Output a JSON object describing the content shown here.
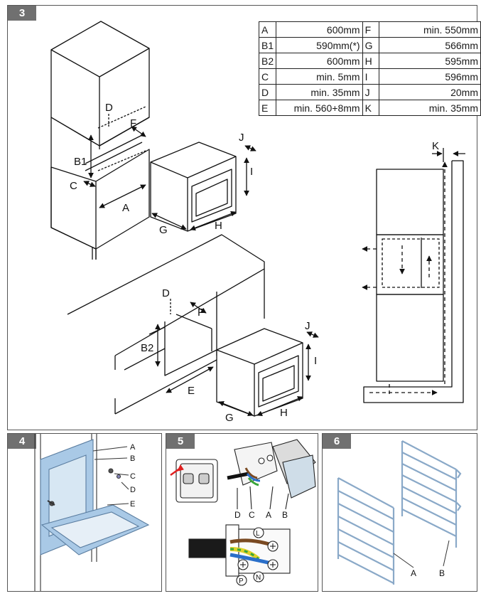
{
  "panels": {
    "p3": {
      "number": "3"
    },
    "p4": {
      "number": "4"
    },
    "p5": {
      "number": "5"
    },
    "p6": {
      "number": "6"
    }
  },
  "dimensions": {
    "rows": [
      {
        "k1": "A",
        "v1": "600mm",
        "k2": "F",
        "v2": "min. 550mm"
      },
      {
        "k1": "B1",
        "v1": "590mm(*)",
        "k2": "G",
        "v2": "566mm"
      },
      {
        "k1": "B2",
        "v1": "600mm",
        "k2": "H",
        "v2": "595mm"
      },
      {
        "k1": "C",
        "v1": "min. 5mm",
        "k2": "I",
        "v2": "596mm"
      },
      {
        "k1": "D",
        "v1": "min. 35mm",
        "k2": "J",
        "v2": "20mm"
      },
      {
        "k1": "E",
        "v1": "min. 560+8mm",
        "k2": "K",
        "v2": "min. 35mm"
      }
    ]
  },
  "labels": {
    "tall": {
      "D": "D",
      "F": "F",
      "B1": "B1",
      "C": "C",
      "A": "A"
    },
    "oven1": {
      "J": "J",
      "I": "I",
      "G": "G",
      "H": "H"
    },
    "under": {
      "D": "D",
      "F": "F",
      "B2": "B2",
      "E": "E"
    },
    "oven2": {
      "J": "J",
      "I": "I",
      "G": "G",
      "H": "H"
    },
    "airflow": {
      "K": "K"
    },
    "p4": {
      "A": "A",
      "B": "B",
      "C": "C",
      "D": "D",
      "E": "E"
    },
    "p5": {
      "D": "D",
      "C": "C",
      "A": "A",
      "B": "B",
      "L": "L",
      "N": "N",
      "P": "P"
    },
    "p6": {
      "A": "A",
      "B": "B"
    }
  },
  "colors": {
    "panel_header": "#707070",
    "oven_blue": "#a9c9e6",
    "wire_brown": "#7a4a22",
    "wire_blue": "#2a6fc9",
    "wire_green": "#3aa53a",
    "wire_yellow": "#e0d22a",
    "arrow_red": "#e02020",
    "rack_blue": "#8aa9c8"
  }
}
